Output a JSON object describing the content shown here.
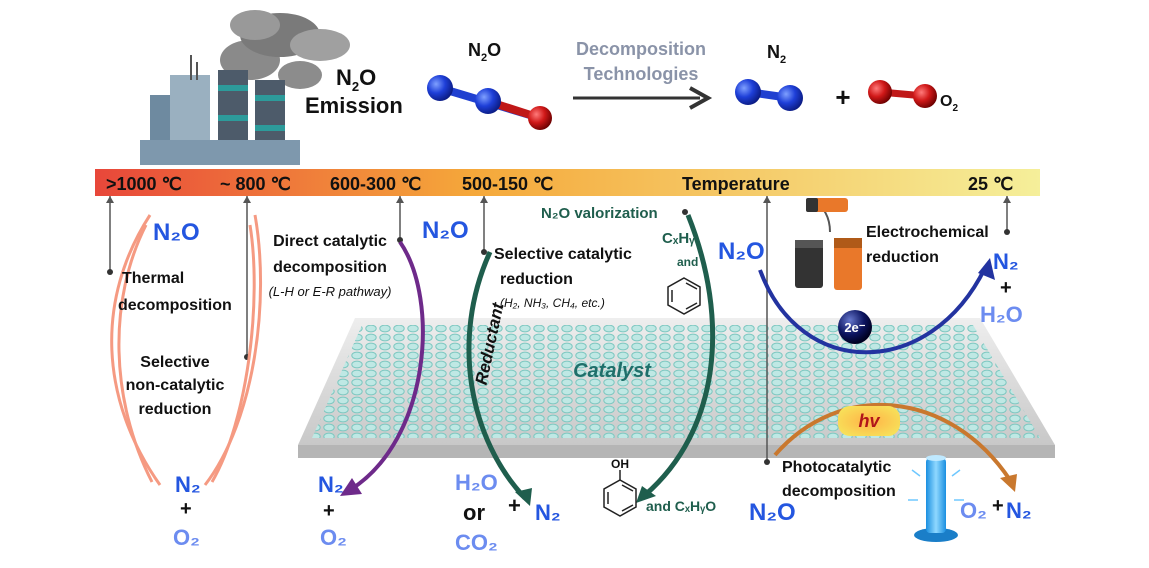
{
  "top": {
    "emission_mol": "N",
    "emission_sub": "2",
    "emission_mol2": "O",
    "emission_word": "Emission",
    "n2o_mol": "N",
    "n2o_sub": "2",
    "n2o_mol2": "O",
    "decomp_line1": "Decomposition",
    "decomp_line2": "Technologies",
    "n2_mol": "N",
    "n2_sub": "2",
    "plus": "+",
    "o2_mol": "O",
    "o2_sub": "2"
  },
  "temperature_bar": {
    "labels": [
      ">1000 ℃",
      "~ 800 ℃",
      "600-300 ℃",
      "500-150 ℃",
      "Temperature",
      "25 ℃"
    ],
    "colors": {
      "start": "#e8473a",
      "mid": "#f5a83a",
      "end": "#f5ef9a"
    }
  },
  "methods": {
    "thermal": [
      "Thermal",
      "decomposition"
    ],
    "sncr": [
      "Selective",
      "non-catalytic",
      "reduction"
    ],
    "direct": [
      "Direct catalytic",
      "decomposition",
      "(L-H or E-R pathway)"
    ],
    "scr": [
      "Selective catalytic",
      "reduction",
      "(H₂, NH₃, CH₄, etc.)"
    ],
    "valorization": "N₂O valorization",
    "electro": [
      "Electrochemical",
      "reduction"
    ],
    "photo": [
      "Photocatalytic",
      "decomposition"
    ]
  },
  "labels": {
    "n2o": "N₂O",
    "n2": "N₂",
    "o2": "O₂",
    "h2o": "H₂O",
    "co2": "CO₂",
    "or": "or",
    "plus": "+",
    "reductant": "Reductant",
    "catalyst": "Catalyst",
    "cxhy": "CₓHᵧ",
    "and": "and",
    "and_cxhyo": "and  CₓHᵧO",
    "oh": "OH",
    "two_e": "2e⁻",
    "hv": "hv"
  }
}
